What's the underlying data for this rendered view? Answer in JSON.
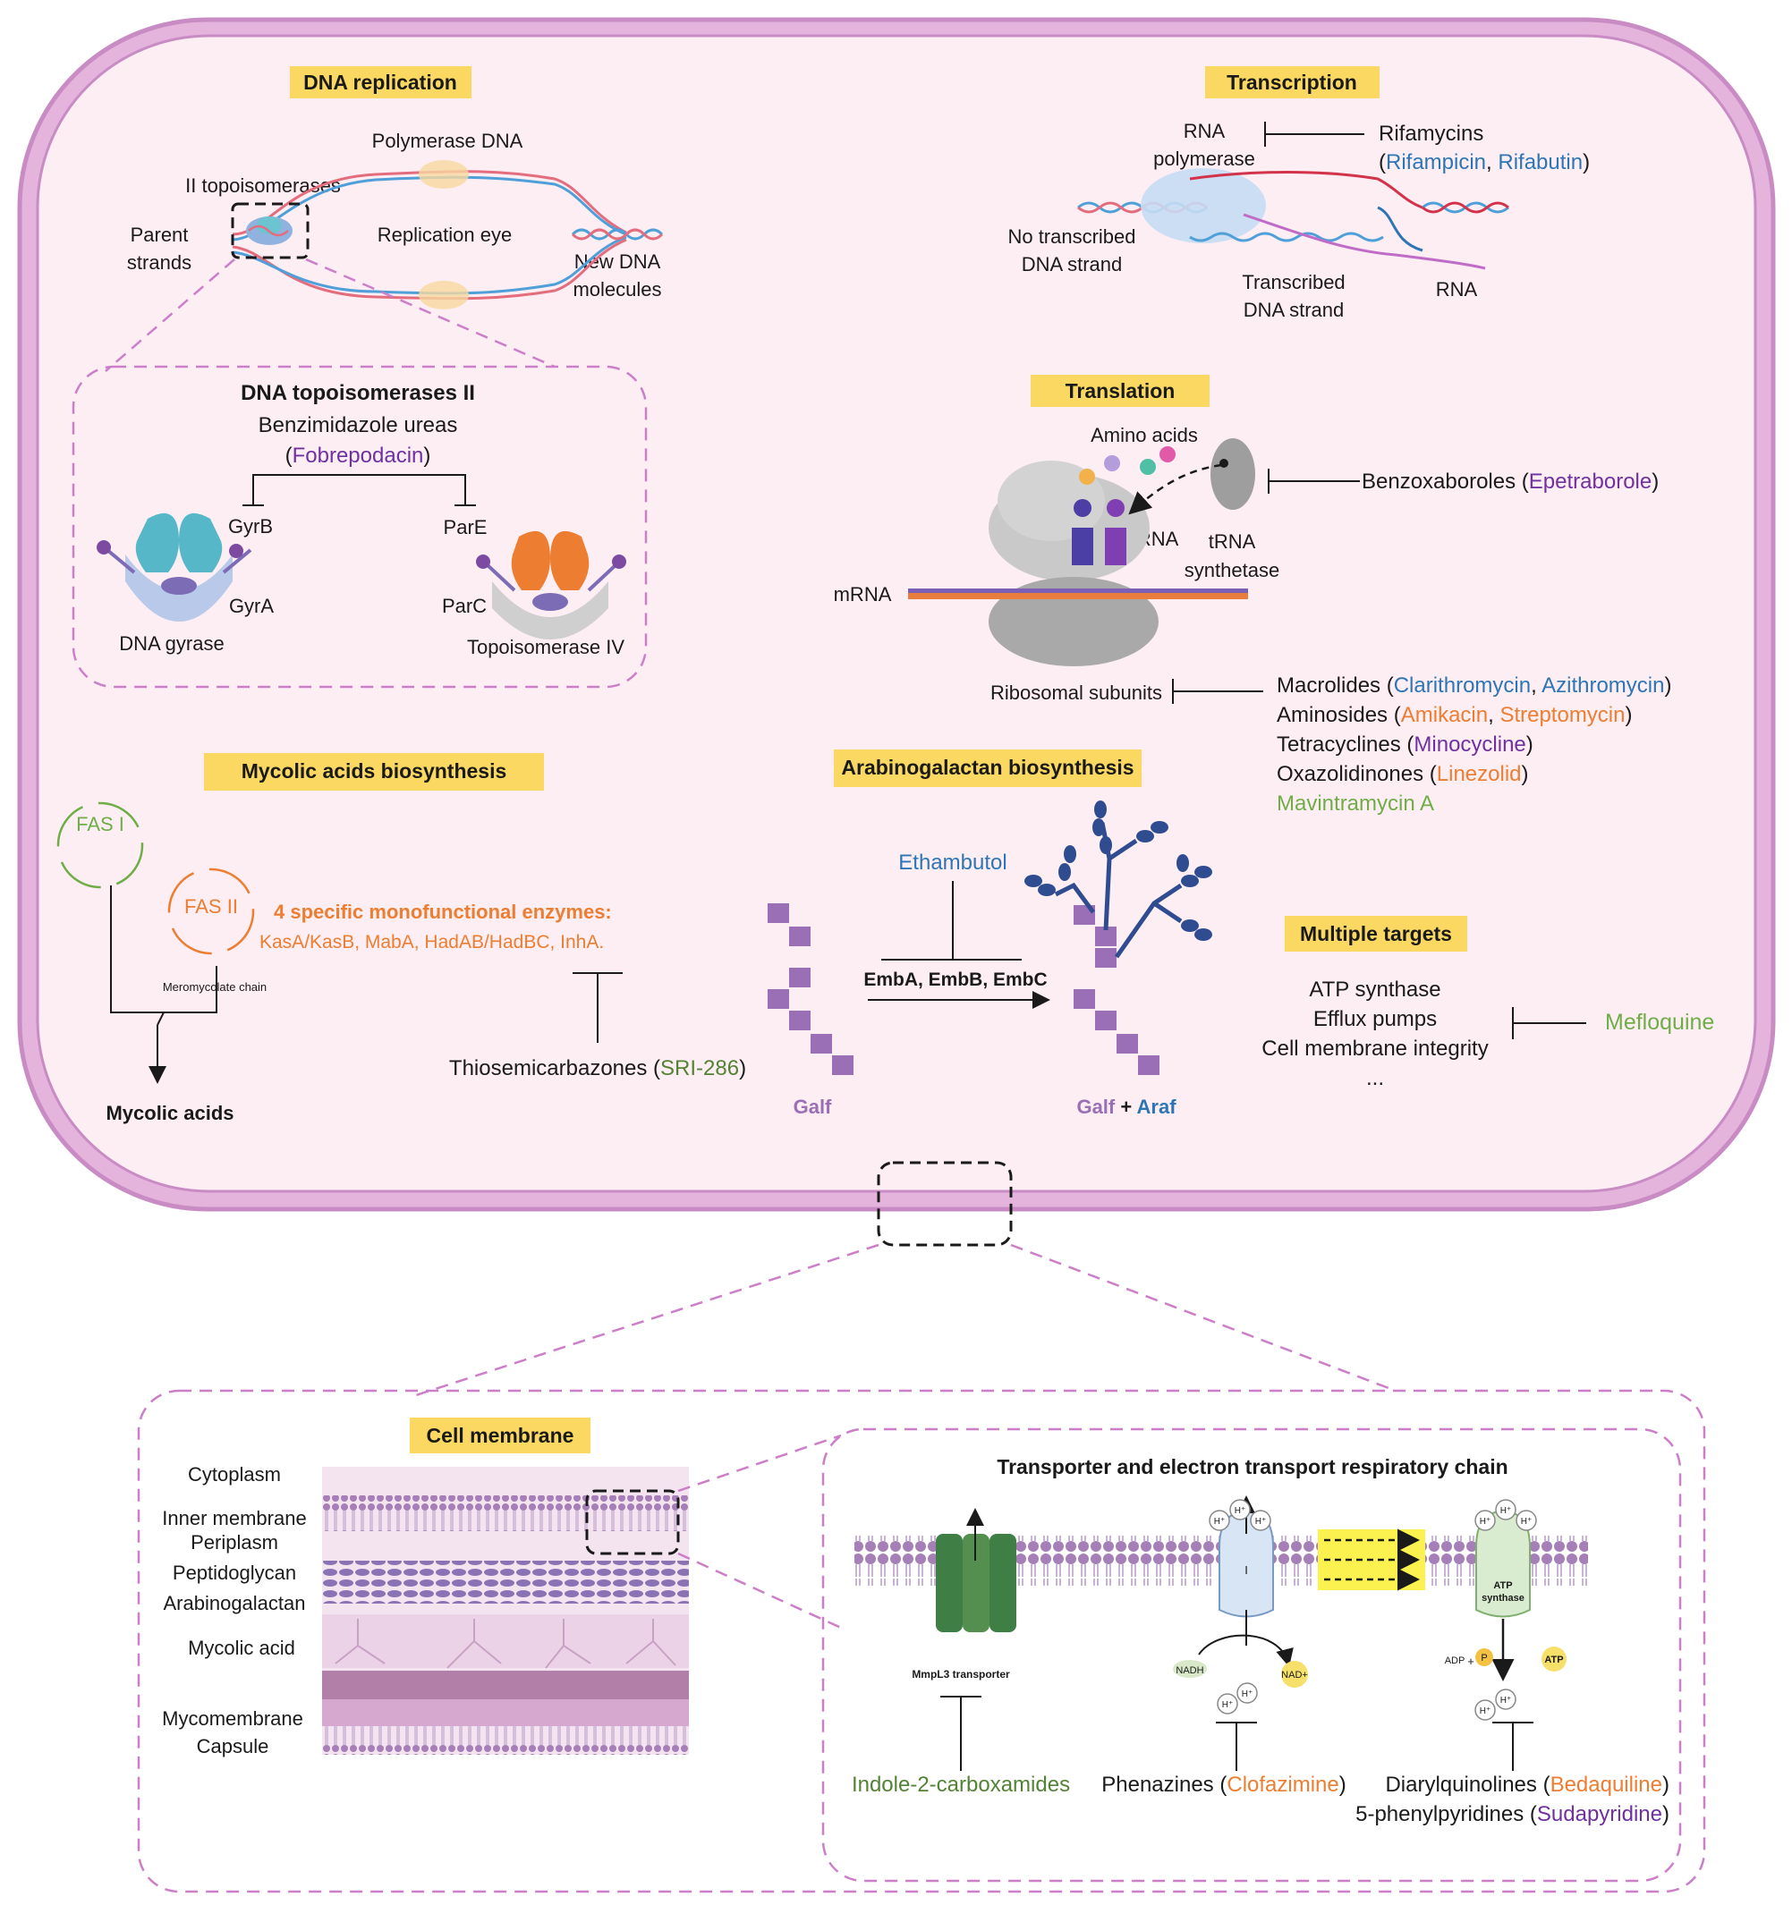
{
  "colors": {
    "cell_fill": "#fdeef4",
    "cell_wall": "#d9a2d3",
    "header_fill": "#fbd861",
    "blue": "#2e75b6",
    "purple": "#7030a0",
    "orange": "#ed7d31",
    "green": "#70ad47",
    "dark_green": "#548235"
  },
  "dna_replication": {
    "title": "DNA replication",
    "polymerase_label": "Polymerase DNA",
    "topo_label": "II topoisomerases",
    "parent_strands_1": "Parent",
    "parent_strands_2": "strands",
    "replication_eye": "Replication eye",
    "new_dna_1": "New DNA",
    "new_dna_2": "molecules"
  },
  "topoisomerases": {
    "title": "DNA topoisomerases II",
    "drug_class": "Benzimidazole ureas",
    "drug_open": "(",
    "drug": "Fobrepodacin",
    "drug_close": ")",
    "gyrb": "GyrB",
    "gyra": "GyrA",
    "gyrase": "DNA gyrase",
    "pare": "ParE",
    "parc": "ParC",
    "topo_iv": "Topoisomerase IV"
  },
  "transcription": {
    "title": "Transcription",
    "rna_pol_1": "RNA",
    "rna_pol_2": "polymerase",
    "drug_class": "Rifamycins",
    "open": "(",
    "drug1": "Rifampicin",
    "sep": ", ",
    "drug2": "Rifabutin",
    "close": ")",
    "no_transcribed_1": "No transcribed",
    "no_transcribed_2": "DNA strand",
    "transcribed_1": "Transcribed",
    "transcribed_2": "DNA strand",
    "rna": "RNA"
  },
  "translation": {
    "title": "Translation",
    "amino_acids": "Amino acids",
    "trna": "tRNA",
    "trna_synth_1": "tRNA",
    "trna_synth_2": "synthetase",
    "mrna": "mRNA",
    "ribosomal": "Ribosomal subunits",
    "benzox": "Benzoxaboroles",
    "epetraborole": "Epetraborole",
    "macrolides": "Macrolides",
    "clarithromycin": "Clarithromycin",
    "azithromycin": "Azithromycin",
    "aminosides": "Aminosides",
    "amikacin": "Amikacin",
    "streptomycin": "Streptomycin",
    "tetracyclines": "Tetracyclines",
    "minocycline": "Minocycline",
    "oxazolidinones": "Oxazolidinones",
    "linezolid": "Linezolid",
    "mavintramycin": "Mavintramycin A",
    "open": "(",
    "close": ")",
    "sep": ", "
  },
  "mycolic": {
    "title": "Mycolic acids biosynthesis",
    "fas1": "FAS I",
    "fas2": "FAS II",
    "enzymes_1": "4 specific monofunctional enzymes:",
    "enzymes_2": "KasA/KasB, MabA, HadAB/HadBC, InhA.",
    "meromycolate": "Meromycolate chain",
    "mycolic_acids": "Mycolic acids",
    "thio": "Thiosemicarbazones",
    "sri": "SRI-286",
    "open": "(",
    "close": ")"
  },
  "arabinogalactan": {
    "title": "Arabinogalactan biosynthesis",
    "ethambutol": "Ethambutol",
    "emb": "EmbA, EmbB, EmbC",
    "galf": "Galf",
    "galf2": "Galf",
    "plus": " + ",
    "araf": "Araf"
  },
  "multiple": {
    "title": "Multiple targets",
    "atp": "ATP synthase",
    "efflux": "Efflux pumps",
    "integrity": "Cell membrane integrity",
    "ellipsis": "...",
    "mefloquine": "Mefloquine"
  },
  "membrane": {
    "title": "Cell membrane",
    "cytoplasm": "Cytoplasm",
    "inner": "Inner membrane",
    "periplasm": "Periplasm",
    "peptidoglycan": "Peptidoglycan",
    "arabinogalactan": "Arabinogalactan",
    "mycolic": "Mycolic acid",
    "mycomembrane": "Mycomembrane",
    "capsule": "Capsule"
  },
  "transporter": {
    "title": "Transporter and electron transport respiratory chain",
    "mmpl3": "MmpL3 transporter",
    "indole": "Indole-2-carboxamides",
    "phenazines": "Phenazines",
    "clofazimine": "Clofazimine",
    "diarylq": "Diarylquinolines",
    "bedaquiline": "Bedaquiline",
    "phenylpyr": "5-phenylpyridines",
    "sudapyridine": "Sudapyridine",
    "complex_i": "I",
    "atp_syn_1": "ATP",
    "atp_syn_2": "synthase",
    "nadh": "NADH",
    "nad": "NAD+",
    "adp": "ADP",
    "p": "P",
    "plus": "+",
    "atp": "ATP",
    "h": "H⁺",
    "open": "(",
    "close": ")"
  }
}
